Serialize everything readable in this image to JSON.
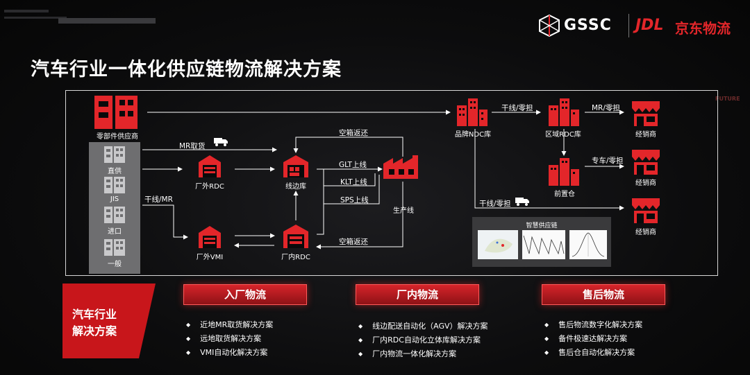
{
  "title": "汽车行业一体化供应链物流解决方案",
  "logos": {
    "gssc": "GSSC",
    "jdl": "JDL",
    "jdl_cn": "京东物流"
  },
  "deco": {
    "right_tag": "FUTURE"
  },
  "nodes": {
    "supplier": "零部件供应商",
    "direct": "直供",
    "jis": "JIS",
    "import": "进口",
    "general": "一般",
    "factory_rdc": "厂外RDC",
    "line_side": "线边库",
    "factory_vmi": "厂外VMI",
    "inner_rdc": "厂内RDC",
    "production": "生产线",
    "brand_ndc": "品牌NDC库",
    "region_rdc": "区域RDC库",
    "front_wh": "前置仓",
    "dealer1": "经销商",
    "dealer2": "经销商",
    "dealer3": "经销商"
  },
  "edges": {
    "mr_pickup": "MR取货",
    "trunk_mr": "干线/MR",
    "empty_return_top": "空箱返还",
    "empty_return_bottom": "空箱返还",
    "glt": "GLT上线",
    "klt": "KLT上线",
    "sps": "SPS上线",
    "trunk_part1": "干线/零担",
    "mr_part": "MR/零担",
    "car_part": "专车/零担",
    "trunk_part2": "干线/零担"
  },
  "smart_chain": {
    "title": "智慧供应链"
  },
  "footer": {
    "tab": [
      "汽车行业",
      "解决方案"
    ],
    "sections": [
      {
        "heading": "入厂物流",
        "items": [
          "近地MR取货解决方案",
          "远地取货解决方案",
          "VMI自动化解决方案"
        ]
      },
      {
        "heading": "厂内物流",
        "items": [
          "线边配送自动化（AGV）解决方案",
          "厂内RDC自动化立体库解决方案",
          "厂内物流一体化解决方案"
        ]
      },
      {
        "heading": "售后物流",
        "items": [
          "售后物流数字化解决方案",
          "备件极速达解决方案",
          "售后仓自动化解决方案"
        ]
      }
    ]
  },
  "colors": {
    "accent": "#e3262a",
    "frame": "#d8d8d8",
    "panel": "#6e6e70"
  }
}
